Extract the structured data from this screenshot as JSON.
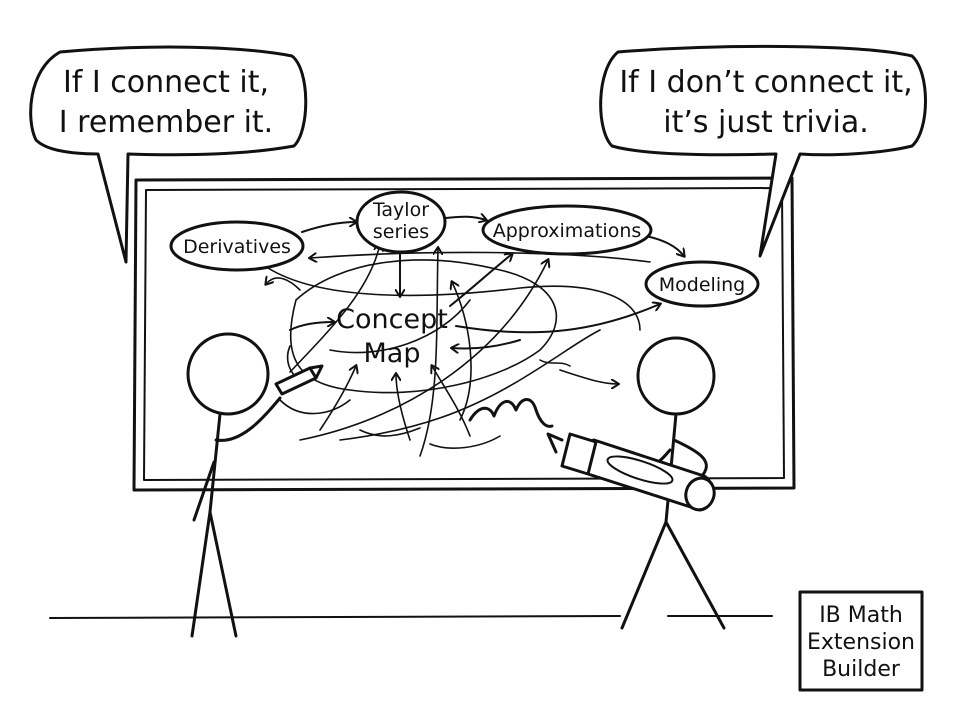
{
  "speech": {
    "left_line1": "If I connect it,",
    "left_line2": "I remember it.",
    "right_line1": "If I don’t connect it,",
    "right_line2": "it’s just trivia."
  },
  "map": {
    "nodes": {
      "derivatives": "Derivatives",
      "taylor_line1": "Taylor",
      "taylor_line2": "series",
      "approximations": "Approximations",
      "modeling": "Modeling",
      "center_line1": "Concept",
      "center_line2": "Map"
    }
  },
  "badge": {
    "line1": "IB Math",
    "line2": "Extension",
    "line3": "Builder"
  },
  "colors": {
    "ink": "#111111",
    "paper": "#ffffff"
  }
}
